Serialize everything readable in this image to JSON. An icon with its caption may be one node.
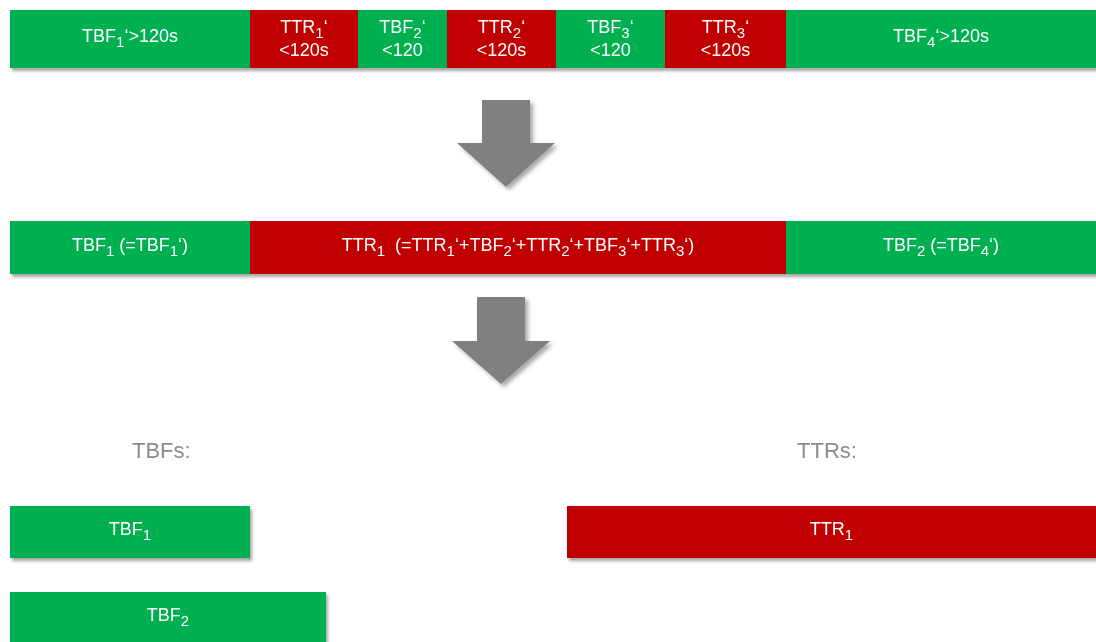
{
  "diagram": {
    "nodes": [
      {
        "text": [
          "TBF$_{1}$‘>120s"
        ]
      },
      {
        "text": [
          "TTR$_{1}$‘ <120s"
        ]
      },
      {
        "text": [
          "TBF$_{2}$‘ <120"
        ]
      },
      {
        "text": [
          "TTR$_{2}$‘ <120s"
        ]
      },
      {
        "text": [
          "TBF$_{3}$‘ <120"
        ]
      },
      {
        "text": [
          "TTR$_{3}$‘ <120s"
        ]
      },
      {
        "text": [
          "TBF$_{4}$‘>120s"
        ]
      },
      {
        "text": [
          "TBF$_{1}$ (=TBF$_{1}$‘)"
        ]
      },
      {
        "text": [
          "TTR$_{1}$  (=TTR$_{1}$‘+TBF$_{2}$‘+TTR$_{2}$‘+TBF$_{3}$‘+TTR$_{3}$‘)"
        ]
      },
      {
        "text": [
          "TBF$_{2}$ (=TBF$_{4}$‘)"
        ]
      },
      {
        "text": [
          "TBF$_{1}$"
        ]
      },
      {
        "text": [
          "TTR$_{1}$"
        ]
      },
      {
        "text": [
          "TBF$_{2}$"
        ]
      }
    ],
    "labels": [
      "TBFs:",
      "TTRs:"
    ]
  }
}
